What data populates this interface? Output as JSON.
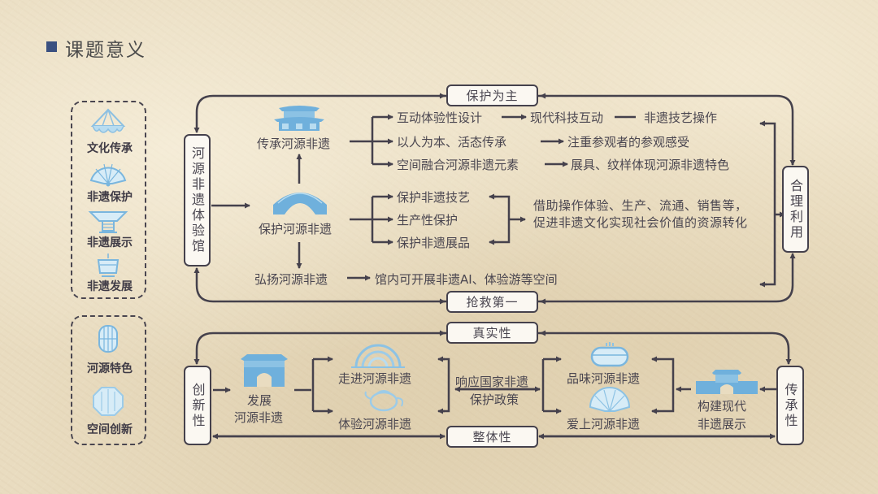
{
  "header": {
    "title": "课题意义",
    "accent_color": "#3a5080"
  },
  "sidebar": {
    "group1": [
      {
        "label": "文化传承",
        "icon": "lantern-icon"
      },
      {
        "label": "非遗保护",
        "icon": "fan-icon"
      },
      {
        "label": "非遗展示",
        "icon": "stand-icon"
      },
      {
        "label": "非遗发展",
        "icon": "incense-burner-icon"
      }
    ],
    "group2": [
      {
        "label": "河源特色",
        "icon": "drum-lantern-icon"
      },
      {
        "label": "空间创新",
        "icon": "octagon-lantern-icon"
      }
    ]
  },
  "top_diagram": {
    "left_box": "河源非遗体验馆",
    "right_box": "合理利用",
    "top_box": "保护为主",
    "bottom_box": "抢救第一",
    "nodes": {
      "inherit": "传承河源非遗",
      "protect": "保护河源非遗",
      "promote": "弘扬河源非遗"
    },
    "inherit_branches": [
      {
        "from": "互动体验性设计",
        "mid": "现代科技互动",
        "to": "非遗技艺操作"
      },
      {
        "from": "以人为本、活态传承",
        "to": "注重参观者的参观感受"
      },
      {
        "from": "空间融合河源非遗元素",
        "to": "展具、纹样体现河源非遗特色"
      }
    ],
    "protect_branches": [
      "保护非遗技艺",
      "生产性保护",
      "保护非遗展品"
    ],
    "protect_summary": "借助操作体验、生产、流通、销售等，促进非遗文化实现社会价值的资源转化",
    "promote_branch": "馆内可开展非遗AI、体验游等空间"
  },
  "bottom_diagram": {
    "left_box": "创新性",
    "right_box": "传承性",
    "top_box": "真实性",
    "bottom_box": "整体性",
    "develop": "发展\n河源非遗",
    "develop_line1": "发展",
    "develop_line2": "河源非遗",
    "walk_in": "走进河源非遗",
    "experience": "体验河源非遗",
    "policy_line1": "响应国家非遗",
    "policy_line2": "保护政策",
    "taste": "品味河源非遗",
    "love": "爱上河源非遗",
    "build_line1": "构建现代",
    "build_line2": "非遗展示"
  },
  "colors": {
    "line": "#45414c",
    "icon_blue": "#6fb0dc",
    "icon_light": "#9ccbe8",
    "background": "#e9dcc0"
  }
}
